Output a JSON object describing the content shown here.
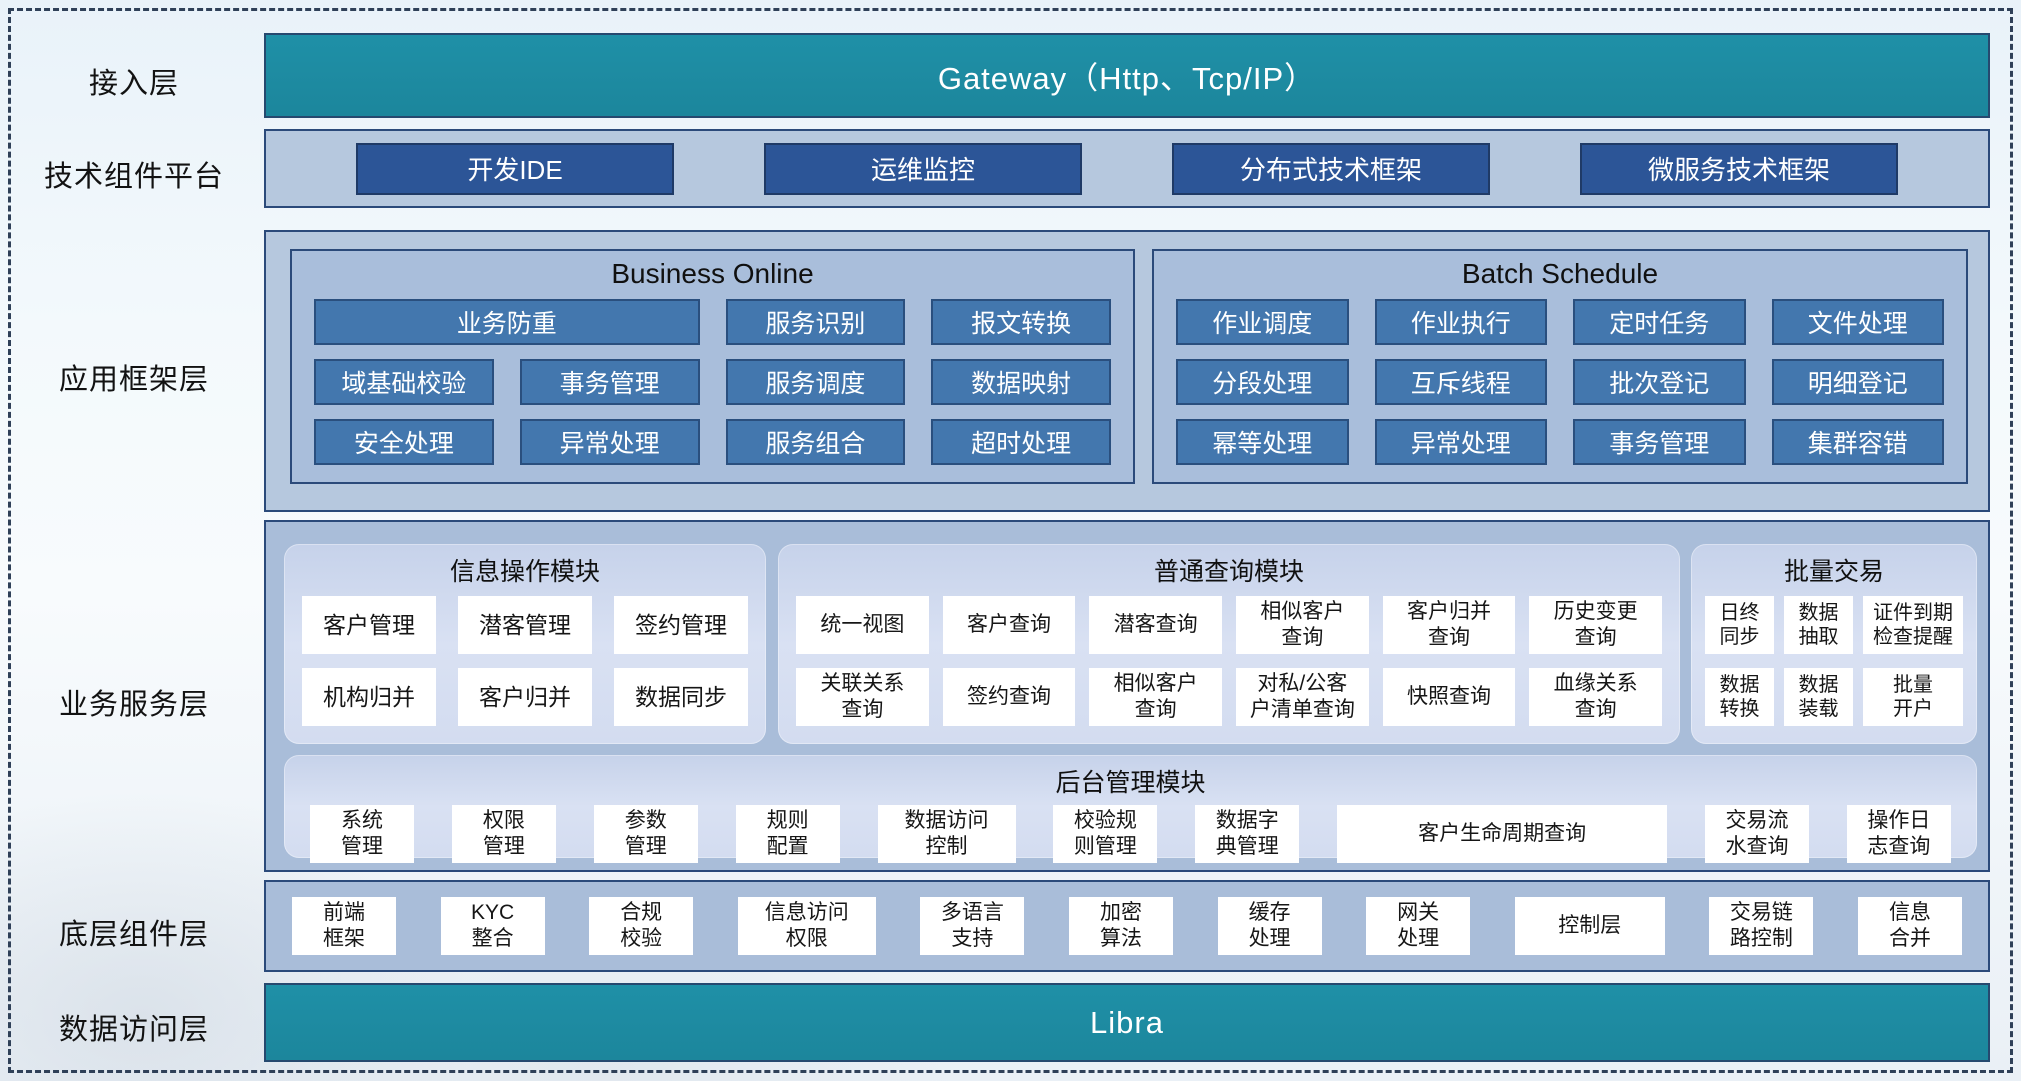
{
  "sidebar": {
    "labels": [
      "接入层",
      "技术组件平台",
      "应用框架层",
      "业务服务层",
      "底层组件层",
      "数据访问层"
    ]
  },
  "access_layer": {
    "gateway_title": "Gateway（Http、Tcp/IP）"
  },
  "tech_platform": {
    "items": [
      "开发IDE",
      "运维监控",
      "分布式技术框架",
      "微服务技术框架"
    ]
  },
  "app_framework": {
    "business_online": {
      "title": "Business Online",
      "items": [
        "业务防重",
        "服务识别",
        "报文转换",
        "域基础校验",
        "事务管理",
        "服务调度",
        "数据映射",
        "安全处理",
        "异常处理",
        "服务组合",
        "超时处理"
      ]
    },
    "batch_schedule": {
      "title": "Batch Schedule",
      "items": [
        "作业调度",
        "作业执行",
        "定时任务",
        "文件处理",
        "分段处理",
        "互斥线程",
        "批次登记",
        "明细登记",
        "幂等处理",
        "异常处理",
        "事务管理",
        "集群容错"
      ]
    }
  },
  "business_service": {
    "info_module": {
      "title": "信息操作模块",
      "items": [
        "客户管理",
        "潜客管理",
        "签约管理",
        "机构归并",
        "客户归并",
        "数据同步"
      ]
    },
    "query_module": {
      "title": "普通查询模块",
      "items": [
        "统一视图",
        "客户查询",
        "潜客查询",
        "相似客户\n查询",
        "客户归并\n查询",
        "历史变更\n查询",
        "关联关系\n查询",
        "签约查询",
        "相似客户\n查询",
        "对私/公客\n户清单查询",
        "快照查询",
        "血缘关系\n查询"
      ]
    },
    "batch_trade": {
      "title": "批量交易",
      "items": [
        "日终\n同步",
        "数据\n抽取",
        "证件到期\n检查提醒",
        "数据\n转换",
        "数据\n装载",
        "批量\n开户"
      ]
    },
    "admin_module": {
      "title": "后台管理模块",
      "items": [
        "系统\n管理",
        "权限\n管理",
        "参数\n管理",
        "规则\n配置",
        "数据访问\n控制",
        "校验规\n则管理",
        "数据字\n典管理",
        "客户生命周期查询",
        "交易流\n水查询",
        "操作日\n志查询"
      ]
    }
  },
  "base_components": {
    "items": [
      "前端\n框架",
      "KYC\n整合",
      "合规\n校验",
      "信息访问\n权限",
      "多语言\n支持",
      "加密\n算法",
      "缓存\n处理",
      "网关\n处理",
      "控制层",
      "交易链\n路控制",
      "信息\n合并"
    ]
  },
  "data_access": {
    "title": "Libra"
  },
  "colors": {
    "teal": "#1d89a0",
    "dark_blue": "#2c5597",
    "steel_blue": "#4377ae",
    "container_light": "#b6c8de",
    "container_mid": "#a9bdd9",
    "panel_light": "#d3dcf1",
    "border_navy": "#2b4a7a"
  }
}
